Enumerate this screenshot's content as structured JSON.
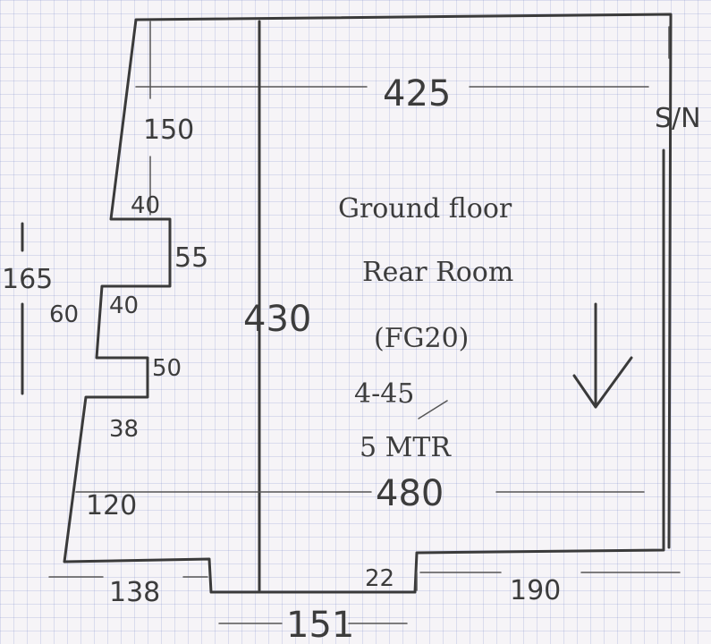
{
  "plan": {
    "notes": {
      "line1": "Ground floor",
      "line2": "Rear Room",
      "line3": "(FG20)",
      "line4": "4-45",
      "line5": "5 MTR"
    },
    "dimensions": {
      "top_width": "425",
      "right_wall": "S/N",
      "mid_height": "430",
      "bottom_width": "480",
      "left_upper": "150",
      "step1_depth": "40",
      "step1_height": "55",
      "left_total": "165",
      "step2_width": "40",
      "step2_label": "60",
      "step3_height": "50",
      "step3_depth": "38",
      "left_lower": "120",
      "bottom_left": "138",
      "bottom_offset": "22",
      "bottom_right": "190",
      "bottom_mid": "151"
    }
  }
}
